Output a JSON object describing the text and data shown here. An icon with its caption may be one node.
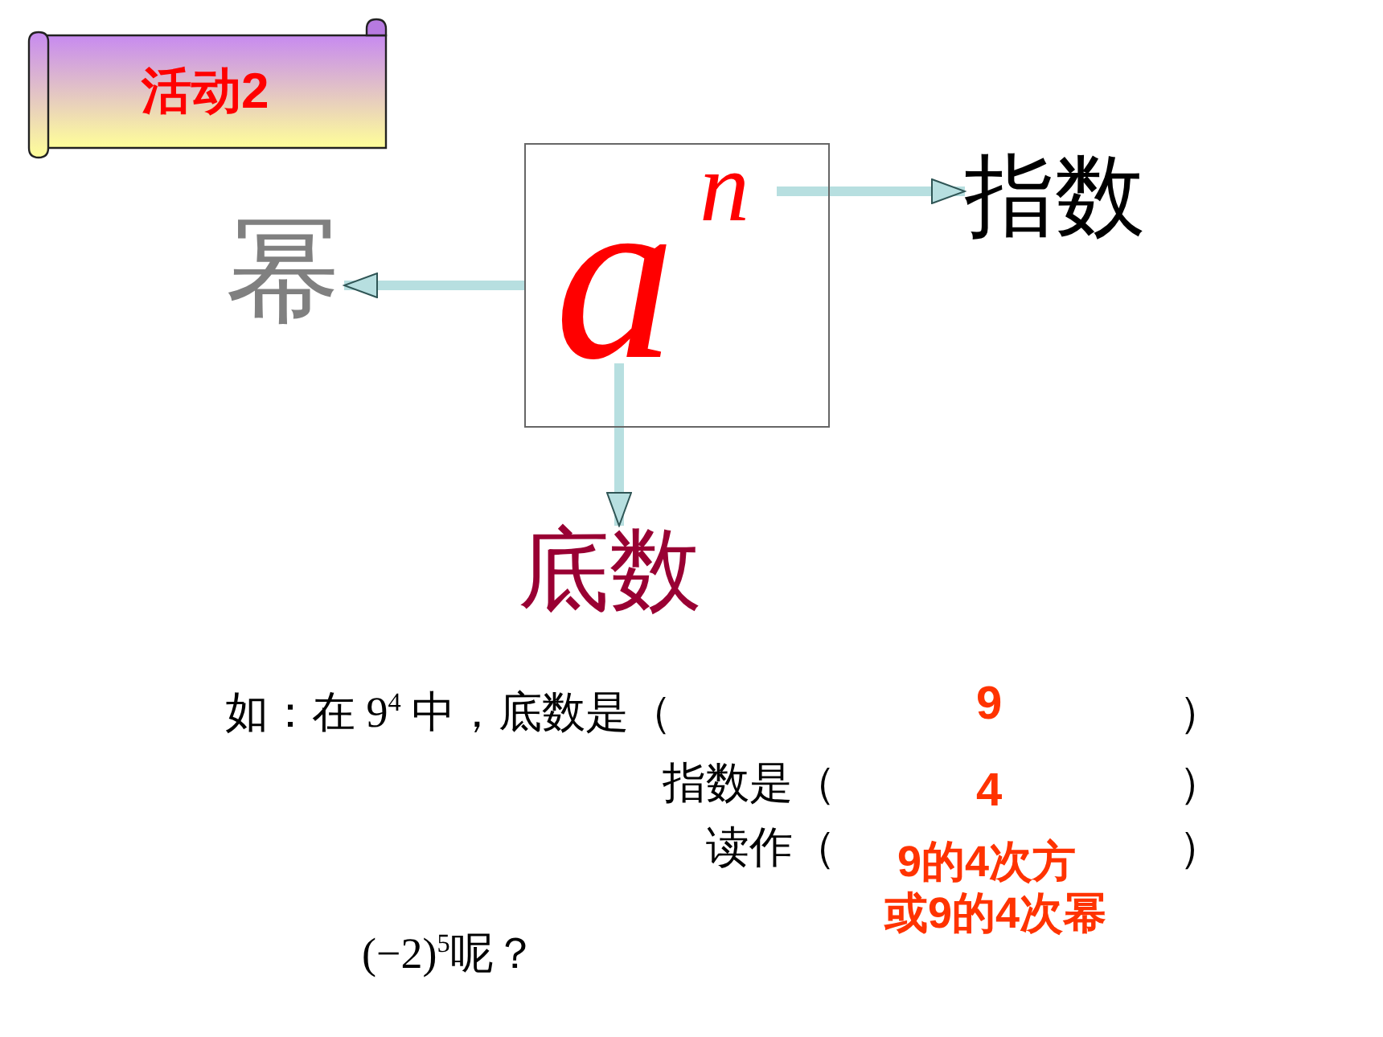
{
  "diagram": {
    "title": "活动2",
    "nodes": [
      {
        "text": [],
        "shape": "box"
      },
      {
        "text": [
          "a"
        ],
        "in": 0
      },
      {
        "text": [
          "n"
        ],
        "in": 0
      },
      {
        "text": [
          "幂"
        ]
      },
      {
        "text": [
          "指数"
        ]
      },
      {
        "text": [
          "底数"
        ]
      }
    ],
    "edges": [
      {
        "from": 0,
        "to": 3,
        "arrow": "to"
      },
      {
        "from": 2,
        "to": 4,
        "arrow": "to"
      },
      {
        "from": 1,
        "to": 5,
        "arrow": "to"
      }
    ],
    "labels": [
      "如：在 9$^{4}$ 中，底数是（",
      "9",
      "）",
      "指数是（",
      "4",
      "）",
      "读作（",
      "9的4次方或9的4次幂",
      "）",
      "(−2)$^{5}$呢？"
    ]
  }
}
